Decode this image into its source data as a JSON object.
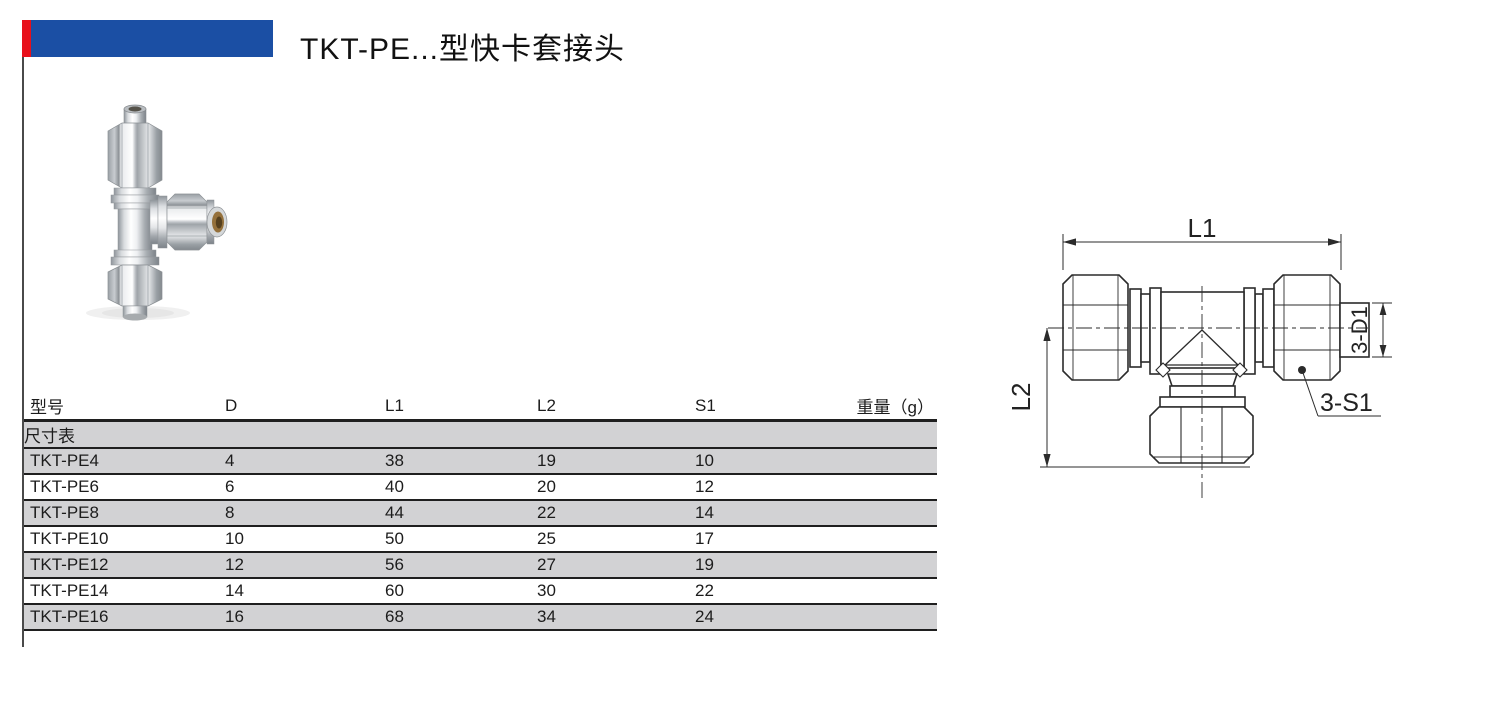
{
  "page": {
    "title": "TKT-PE...型快卡套接头"
  },
  "colors": {
    "banner_blue": "#1b4fa4",
    "banner_red": "#e8101b",
    "table_row_gray": "#d2d2d4",
    "line_black": "#1f1f1f"
  },
  "photo": {
    "description": "chrome-plated tee compression fitting photo"
  },
  "drawing": {
    "labels": {
      "l1": "L1",
      "l2": "L2",
      "d1": "3-D1",
      "s1": "3-S1"
    }
  },
  "table": {
    "caption": "尺寸表",
    "headers": {
      "model": "型号",
      "d": "D",
      "l1": "L1",
      "l2": "L2",
      "s1": "S1",
      "weight": "重量（g）"
    },
    "rows": [
      {
        "model": "TKT-PE4",
        "d": "4",
        "l1": "38",
        "l2": "19",
        "s1": "10",
        "weight": ""
      },
      {
        "model": "TKT-PE6",
        "d": "6",
        "l1": "40",
        "l2": "20",
        "s1": "12",
        "weight": ""
      },
      {
        "model": "TKT-PE8",
        "d": "8",
        "l1": "44",
        "l2": "22",
        "s1": "14",
        "weight": ""
      },
      {
        "model": "TKT-PE10",
        "d": "10",
        "l1": "50",
        "l2": "25",
        "s1": "17",
        "weight": ""
      },
      {
        "model": "TKT-PE12",
        "d": "12",
        "l1": "56",
        "l2": "27",
        "s1": "19",
        "weight": ""
      },
      {
        "model": "TKT-PE14",
        "d": "14",
        "l1": "60",
        "l2": "30",
        "s1": "22",
        "weight": ""
      },
      {
        "model": "TKT-PE16",
        "d": "16",
        "l1": "68",
        "l2": "34",
        "s1": "24",
        "weight": ""
      }
    ]
  }
}
